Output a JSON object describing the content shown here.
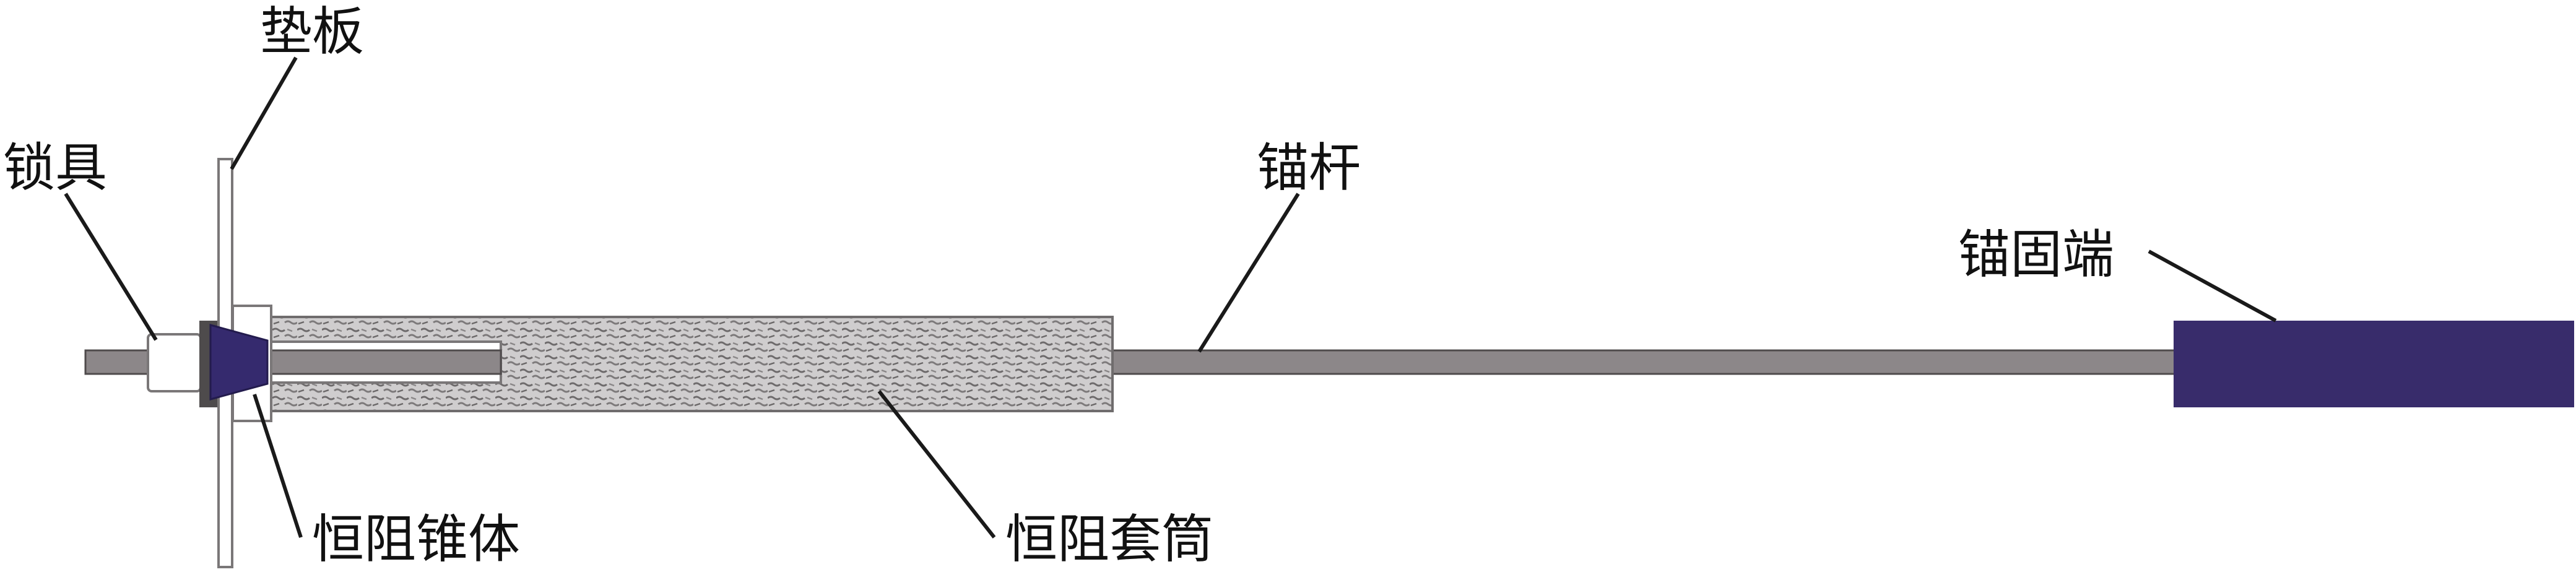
{
  "diagram": {
    "labels": {
      "plate": "垫板",
      "lock": "锁具",
      "rod": "锚杆",
      "anchor_end": "锚固端",
      "cone": "恒阻锥体",
      "sleeve": "恒阻套筒"
    },
    "colors": {
      "rod": "#8c8789",
      "anchor_end": "#382c6b",
      "cone": "#352a6e",
      "sleeve_base": "#cfcdce",
      "connector": "#4e4b4c",
      "white_part": "#ffffff",
      "leader": "#1a1a1a"
    }
  }
}
